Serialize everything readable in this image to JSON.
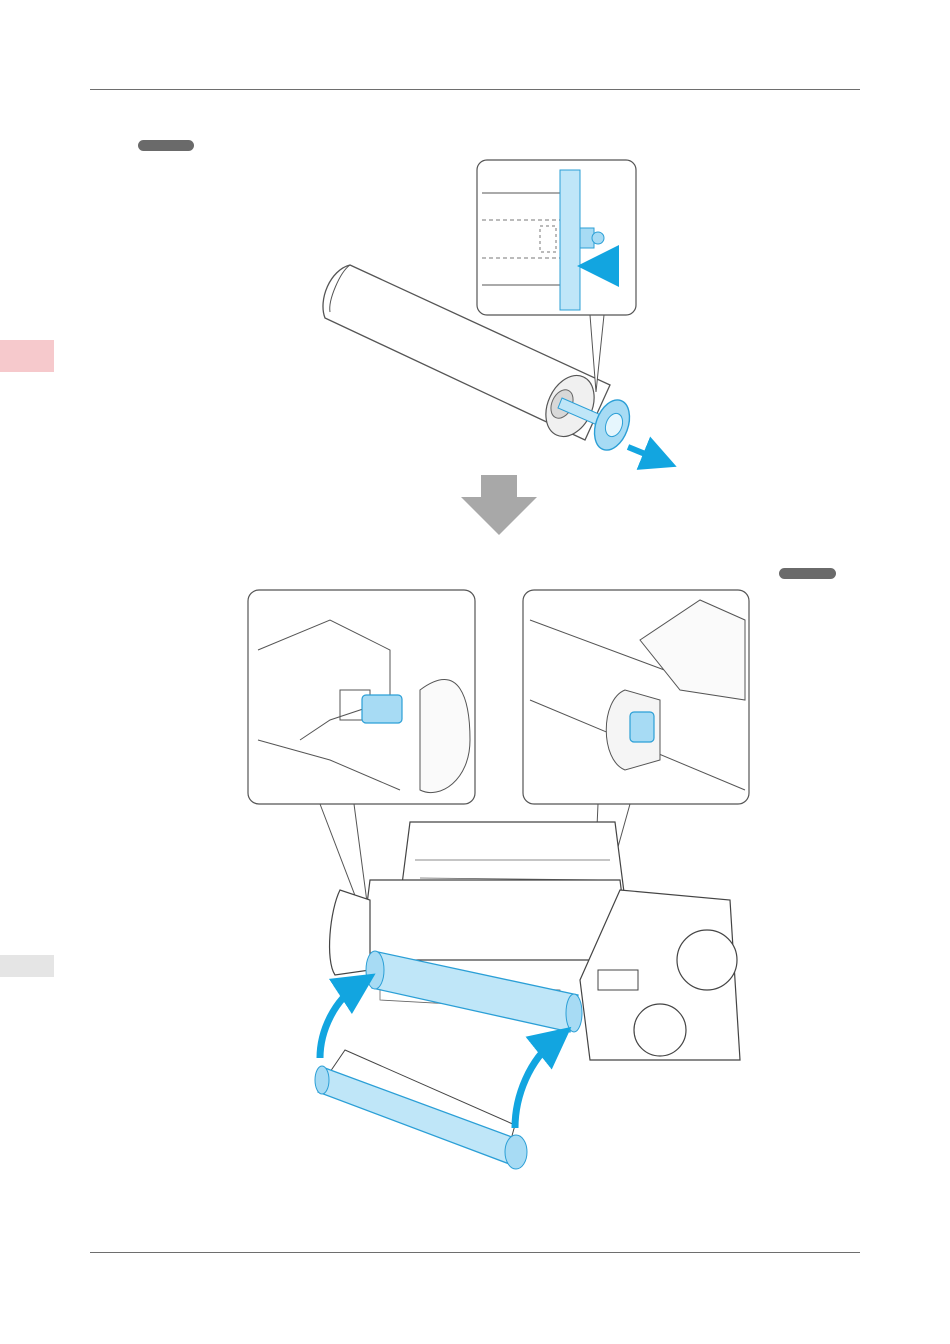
{
  "page": {
    "header_rule": "top",
    "footer_rule": "bottom"
  },
  "badges": [
    {
      "name": "step-badge-left",
      "text": ""
    },
    {
      "name": "step-badge-right",
      "text": ""
    }
  ],
  "side_tabs": [
    {
      "name": "section-tab-active",
      "color": "#f6c9cc"
    },
    {
      "name": "section-tab-inactive",
      "color": "#e5e5e5"
    }
  ],
  "colors": {
    "accent": "#12a5e0",
    "roll_fill": "#bfe6f8",
    "roll_stroke": "#2b9fd6",
    "gray_arrow": "#a8a8a8",
    "line": "#333333"
  },
  "icons": {
    "down_arrow": "down-arrow-icon",
    "push_arrow": "push-arrow-icon",
    "lift_arrow": "curved-arrow-icon"
  }
}
